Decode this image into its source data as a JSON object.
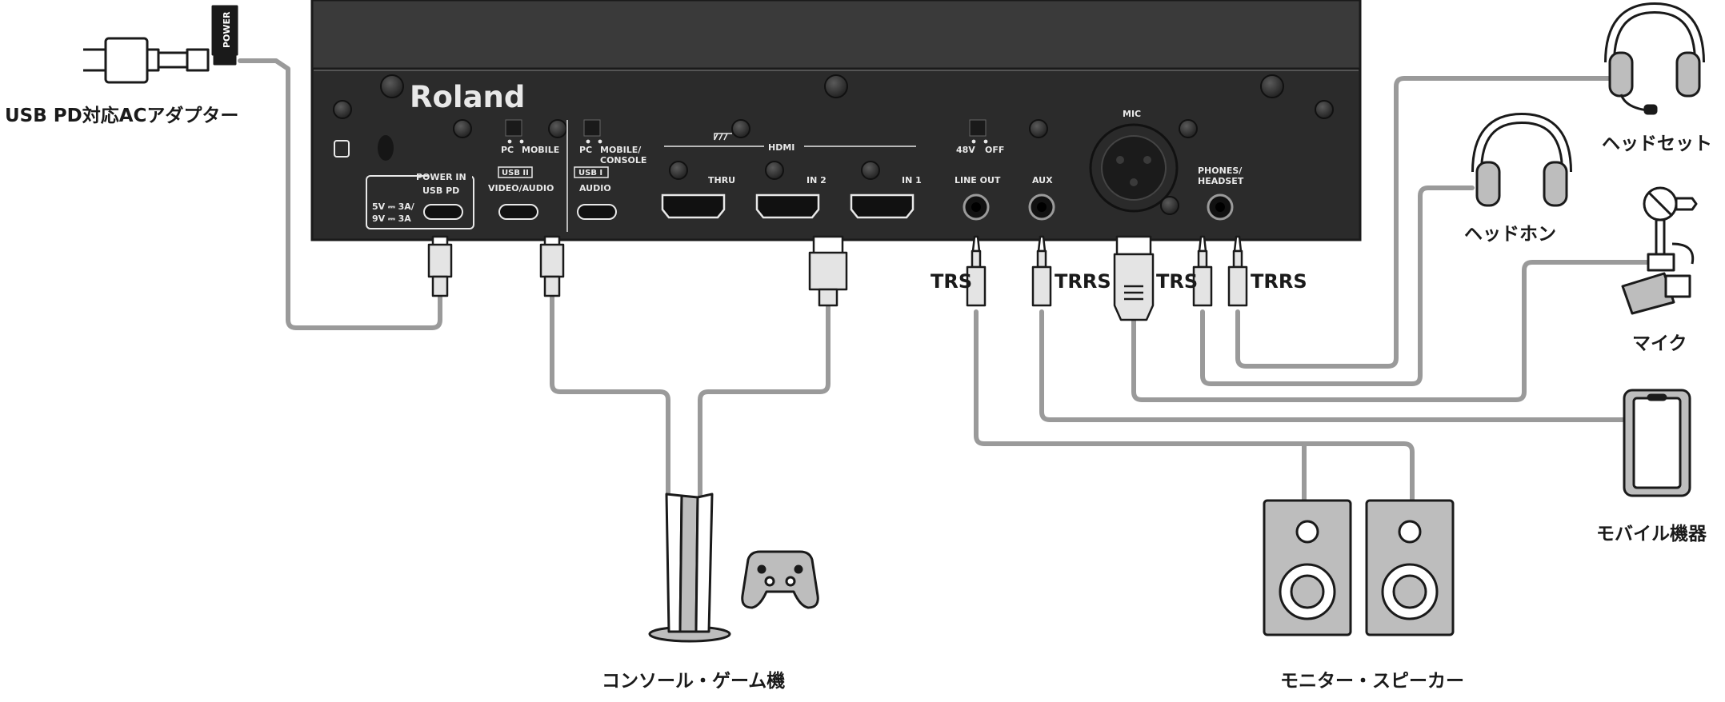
{
  "labels": {
    "adapter": "USB PD対応ACアダプター",
    "console": "コンソール・ゲーム機",
    "speakers": "モニター・スピーカー",
    "headset": "ヘッドセット",
    "headphones": "ヘッドホン",
    "mic": "マイク",
    "mobile": "モバイル機器"
  },
  "connectors": {
    "trs_left": "TRS",
    "trrs_left": "TRRS",
    "trs_right": "TRS",
    "trrs_right": "TRRS"
  },
  "panel": {
    "brand": "Roland",
    "power_tag": "POWER",
    "power_in": "POWER IN",
    "usb_pd": "USB PD",
    "power_rating_1": "5V ⎓ 3A/",
    "power_rating_2": "9V ⎓ 3A",
    "sw1_pc": "PC",
    "sw1_mobile": "MOBILE",
    "usb2": "USB II",
    "video_audio": "VIDEO/AUDIO",
    "sw2_pc": "PC",
    "sw2_mobile": "MOBILE/",
    "sw2_console": "CONSOLE",
    "usb1": "USB I",
    "audio": "AUDIO",
    "hdmi": "HDMI",
    "thru": "THRU",
    "in2": "IN 2",
    "in1": "IN 1",
    "phantom_48v": "48V",
    "phantom_off": "OFF",
    "line_out": "LINE OUT",
    "aux": "AUX",
    "mic": "MIC",
    "phones_1": "PHONES/",
    "phones_2": "HEADSET"
  },
  "colors": {
    "panel": "#2b2b2b",
    "panel_top": "#3a3a3a",
    "cable": "#9a9a9a",
    "plug_fill": "#e4e4e4",
    "device_fill": "#bdbdbd",
    "stroke": "#1a1a1a"
  }
}
